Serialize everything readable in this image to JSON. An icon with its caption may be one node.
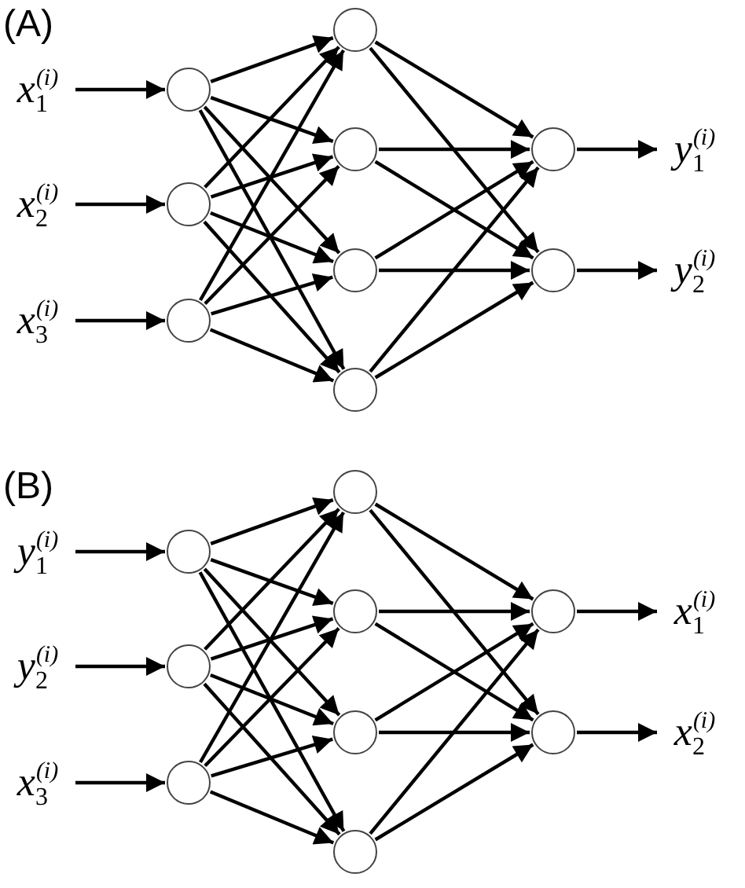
{
  "diagram": {
    "nodes": [
      {
        "text": [
          "*x*$_{1}$$^{(i)}$"
        ]
      },
      {
        "text": [
          "*x*$_{2}$$^{(i)}$"
        ]
      },
      {
        "text": [
          "*x*$_{3}$$^{(i)}$"
        ]
      },
      {
        "text": [],
        "shape": "circle"
      },
      {
        "text": [],
        "shape": "circle"
      },
      {
        "text": [],
        "shape": "circle"
      },
      {
        "text": [],
        "shape": "circle"
      },
      {
        "text": [],
        "shape": "circle"
      },
      {
        "text": [],
        "shape": "circle"
      },
      {
        "text": [],
        "shape": "circle"
      },
      {
        "text": [],
        "shape": "circle"
      },
      {
        "text": [],
        "shape": "circle"
      },
      {
        "text": [
          "*y*$_{1}$$^{(i)}$"
        ]
      },
      {
        "text": [
          "*y*$_{2}$$^{(i)}$"
        ]
      },
      {
        "text": [
          "*y*$_{1}$$^{(i)}$"
        ]
      },
      {
        "text": [
          "*y*$_{2}$$^{(i)}$"
        ]
      },
      {
        "text": [
          "*x*$_{3}$$^{(i)}$"
        ]
      },
      {
        "text": [],
        "shape": "circle"
      },
      {
        "text": [],
        "shape": "circle"
      },
      {
        "text": [],
        "shape": "circle"
      },
      {
        "text": [],
        "shape": "circle"
      },
      {
        "text": [],
        "shape": "circle"
      },
      {
        "text": [],
        "shape": "circle"
      },
      {
        "text": [],
        "shape": "circle"
      },
      {
        "text": [],
        "shape": "circle"
      },
      {
        "text": [],
        "shape": "circle"
      },
      {
        "text": [
          "*x*$_{1}$$^{(i)}$"
        ]
      },
      {
        "text": [
          "*x*$_{2}$$^{(i)}$"
        ]
      }
    ],
    "edges": [
      {
        "from": 0,
        "to": 3,
        "arrow": "to"
      },
      {
        "from": 1,
        "to": 4,
        "arrow": "to"
      },
      {
        "from": 2,
        "to": 5,
        "arrow": "to"
      },
      {
        "from": 3,
        "to": 6,
        "arrow": "to"
      },
      {
        "from": 3,
        "to": 7,
        "arrow": "to"
      },
      {
        "from": 3,
        "to": 8,
        "arrow": "to"
      },
      {
        "from": 3,
        "to": 9,
        "arrow": "to"
      },
      {
        "from": 4,
        "to": 6,
        "arrow": "to"
      },
      {
        "from": 4,
        "to": 7,
        "arrow": "to"
      },
      {
        "from": 4,
        "to": 8,
        "arrow": "to"
      },
      {
        "from": 4,
        "to": 9,
        "arrow": "to"
      },
      {
        "from": 5,
        "to": 6,
        "arrow": "to"
      },
      {
        "from": 5,
        "to": 7,
        "arrow": "to"
      },
      {
        "from": 5,
        "to": 8,
        "arrow": "to"
      },
      {
        "from": 5,
        "to": 9,
        "arrow": "to"
      },
      {
        "from": 6,
        "to": 10,
        "arrow": "to"
      },
      {
        "from": 6,
        "to": 11,
        "arrow": "to"
      },
      {
        "from": 7,
        "to": 10,
        "arrow": "to"
      },
      {
        "from": 7,
        "to": 11,
        "arrow": "to"
      },
      {
        "from": 8,
        "to": 10,
        "arrow": "to"
      },
      {
        "from": 8,
        "to": 11,
        "arrow": "to"
      },
      {
        "from": 9,
        "to": 10,
        "arrow": "to"
      },
      {
        "from": 9,
        "to": 11,
        "arrow": "to"
      },
      {
        "from": 10,
        "to": 12,
        "arrow": "to"
      },
      {
        "from": 11,
        "to": 13,
        "arrow": "to"
      },
      {
        "from": 14,
        "to": 17,
        "arrow": "to"
      },
      {
        "from": 15,
        "to": 18,
        "arrow": "to"
      },
      {
        "from": 16,
        "to": 19,
        "arrow": "to"
      },
      {
        "from": 17,
        "to": 20,
        "arrow": "to"
      },
      {
        "from": 17,
        "to": 21,
        "arrow": "to"
      },
      {
        "from": 17,
        "to": 22,
        "arrow": "to"
      },
      {
        "from": 17,
        "to": 23,
        "arrow": "to"
      },
      {
        "from": 18,
        "to": 20,
        "arrow": "to"
      },
      {
        "from": 18,
        "to": 21,
        "arrow": "to"
      },
      {
        "from": 18,
        "to": 22,
        "arrow": "to"
      },
      {
        "from": 18,
        "to": 23,
        "arrow": "to"
      },
      {
        "from": 19,
        "to": 20,
        "arrow": "to"
      },
      {
        "from": 19,
        "to": 21,
        "arrow": "to"
      },
      {
        "from": 19,
        "to": 22,
        "arrow": "to"
      },
      {
        "from": 19,
        "to": 23,
        "arrow": "to"
      },
      {
        "from": 20,
        "to": 24,
        "arrow": "to"
      },
      {
        "from": 20,
        "to": 25,
        "arrow": "to"
      },
      {
        "from": 21,
        "to": 24,
        "arrow": "to"
      },
      {
        "from": 21,
        "to": 25,
        "arrow": "to"
      },
      {
        "from": 22,
        "to": 24,
        "arrow": "to"
      },
      {
        "from": 22,
        "to": 25,
        "arrow": "to"
      },
      {
        "from": 23,
        "to": 24,
        "arrow": "to"
      },
      {
        "from": 23,
        "to": 25,
        "arrow": "to"
      },
      {
        "from": 24,
        "to": 26,
        "arrow": "to"
      },
      {
        "from": 25,
        "to": 27,
        "arrow": "to"
      }
    ],
    "labels": [
      "(A)",
      "(B)"
    ]
  }
}
